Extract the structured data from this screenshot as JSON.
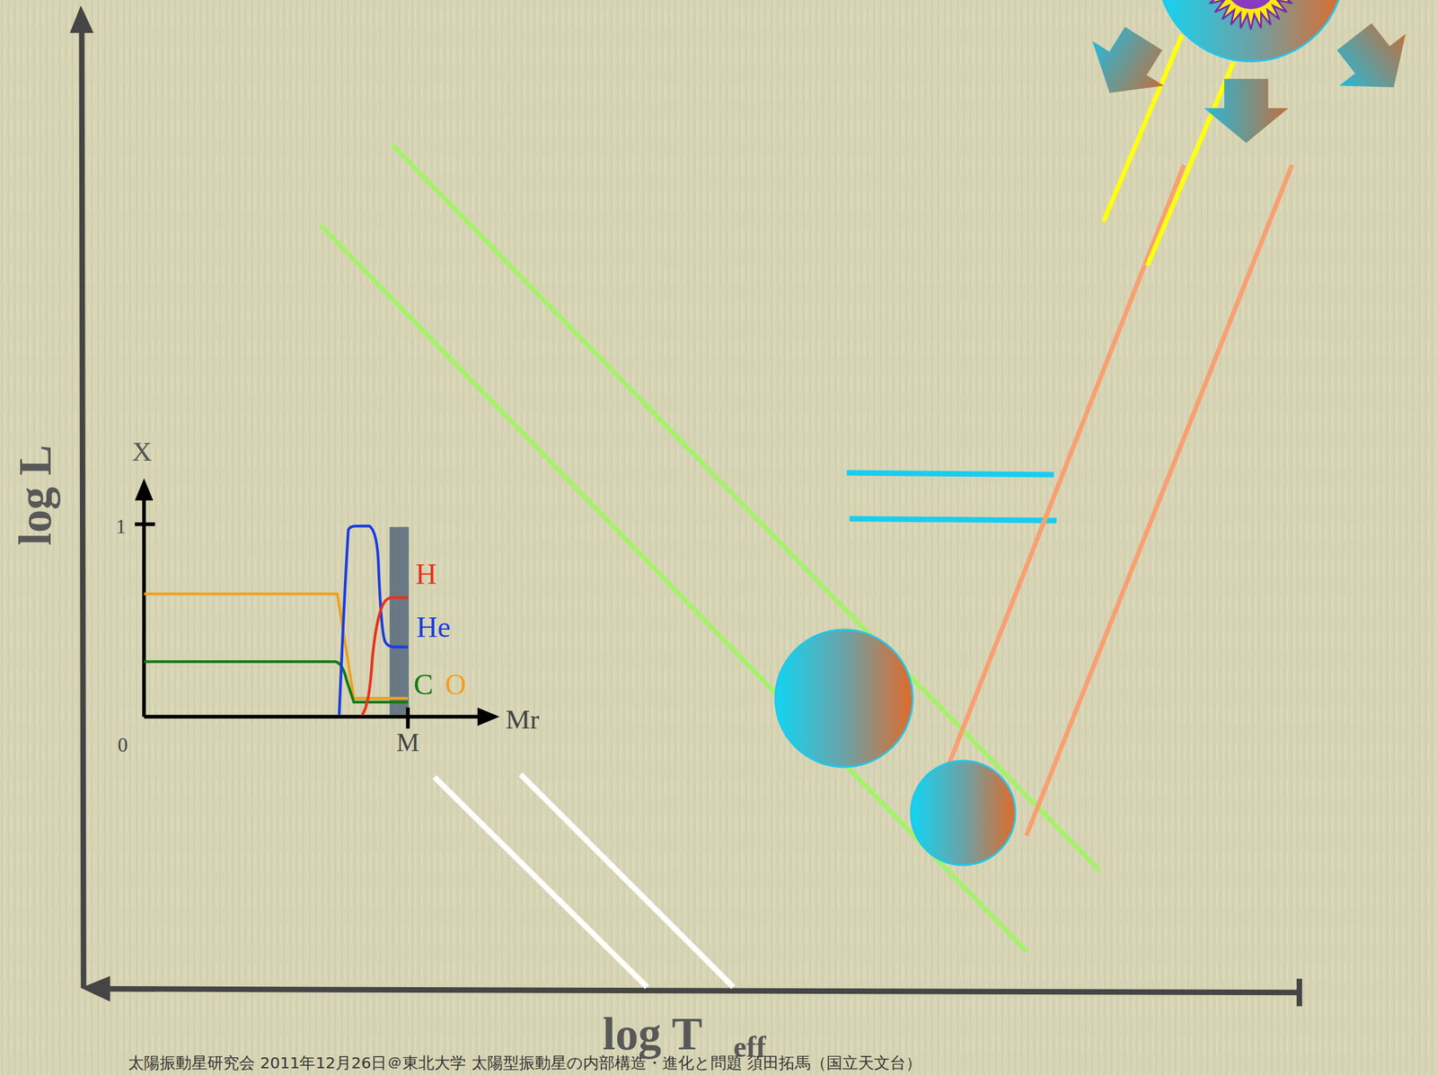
{
  "diagram": {
    "caption": "太陽振動星研究会 2011年12月26日＠東北大学 太陽型振動星の内部構造・進化と問題 須田拓馬（国立天文台）",
    "labels": [
      "log L",
      "log T",
      "eff",
      "X",
      "1",
      "0",
      "M",
      "Mr",
      "H",
      "He",
      "C",
      "O"
    ]
  }
}
